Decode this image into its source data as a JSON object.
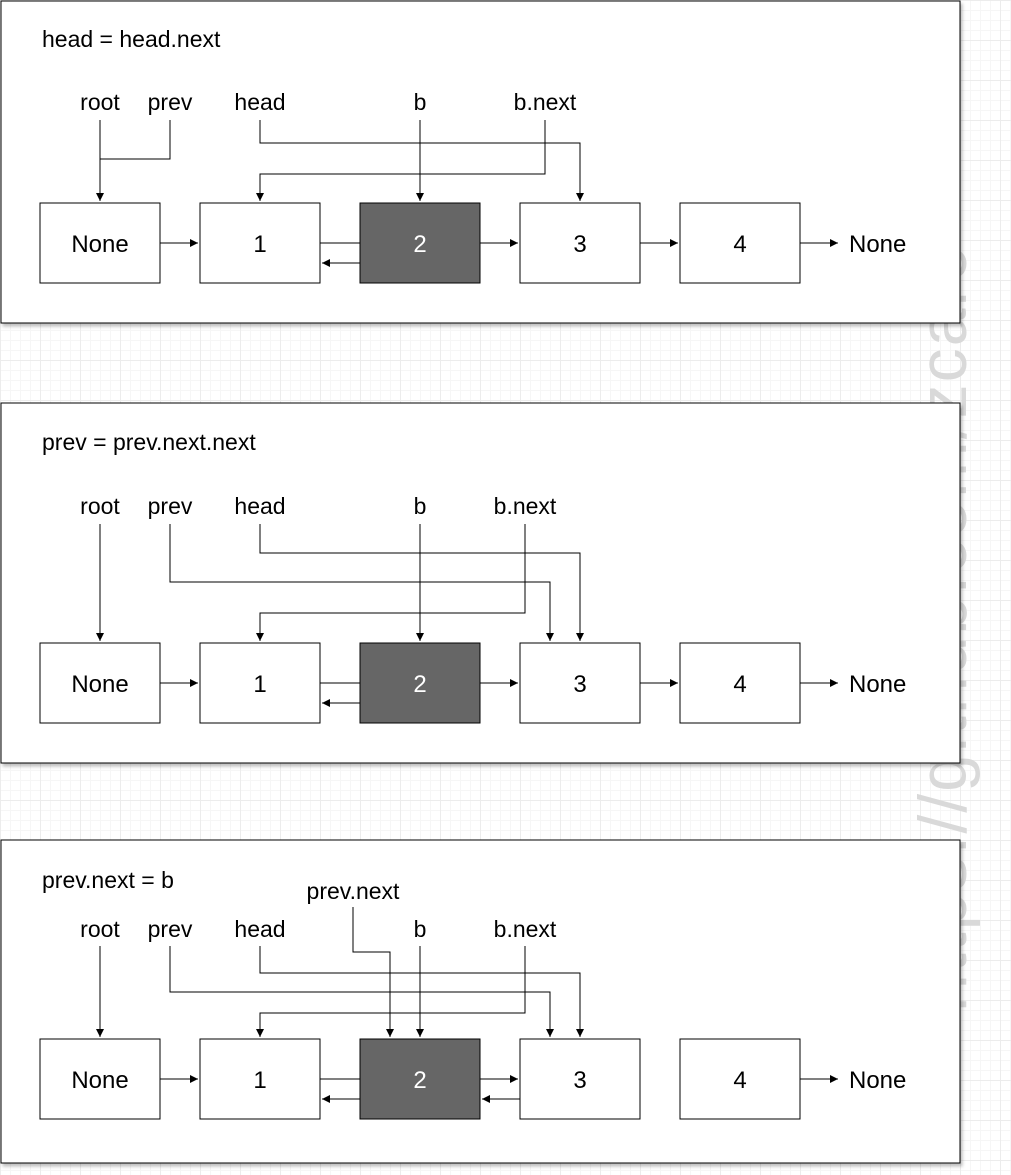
{
  "watermark": "https://github.com/zcarc",
  "colors": {
    "highlight_node": "#666666",
    "highlight_text": "#ffffff"
  },
  "panels": [
    {
      "title": "head = head.next",
      "extra_label": "",
      "nodes": [
        "None",
        "1",
        "2",
        "3",
        "4"
      ],
      "tail": "None",
      "highlight": "2",
      "vars": [
        "root",
        "prev",
        "head",
        "b",
        "b.next"
      ]
    },
    {
      "title": "prev = prev.next.next",
      "extra_label": "",
      "nodes": [
        "None",
        "1",
        "2",
        "3",
        "4"
      ],
      "tail": "None",
      "highlight": "2",
      "vars": [
        "root",
        "prev",
        "head",
        "b",
        "b.next"
      ]
    },
    {
      "title": "prev.next = b",
      "extra_label": "prev.next",
      "nodes": [
        "None",
        "1",
        "2",
        "3",
        "4"
      ],
      "tail": "None",
      "highlight": "2",
      "vars": [
        "root",
        "prev",
        "head",
        "b",
        "b.next"
      ]
    }
  ]
}
